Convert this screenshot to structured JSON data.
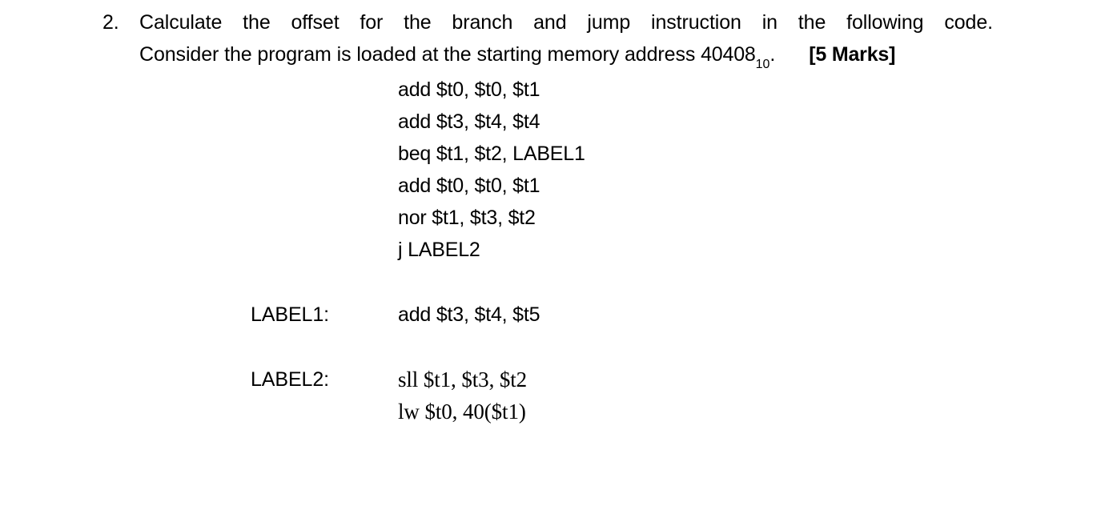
{
  "question": {
    "number": "2.",
    "line1": "Calculate the offset for the branch and jump instruction in the following code.",
    "line2_prefix": "Consider the program is loaded at the starting memory address ",
    "address_value": "40408",
    "address_subscript": "10",
    "line2_suffix": ".",
    "marks": "[5 Marks]"
  },
  "code": {
    "lines": [
      {
        "label": "",
        "instruction": "add $t0, $t0, $t1",
        "font": "sans"
      },
      {
        "label": "",
        "instruction": "add $t3, $t4, $t4",
        "font": "sans"
      },
      {
        "label": "",
        "instruction": "beq $t1, $t2, LABEL1",
        "font": "sans"
      },
      {
        "label": "",
        "instruction": "add $t0, $t0, $t1",
        "font": "sans"
      },
      {
        "label": "",
        "instruction": "nor $t1, $t3, $t2",
        "font": "sans"
      },
      {
        "label": "",
        "instruction": "j LABEL2",
        "font": "sans"
      },
      {
        "label": "LABEL1:",
        "instruction": "add $t3, $t4, $t5",
        "font": "sans"
      },
      {
        "label": "LABEL2:",
        "instruction": "sll $t1, $t3, $t2",
        "font": "serif"
      },
      {
        "label": "",
        "instruction": "lw $t0, 40($t1)",
        "font": "serif"
      }
    ]
  }
}
